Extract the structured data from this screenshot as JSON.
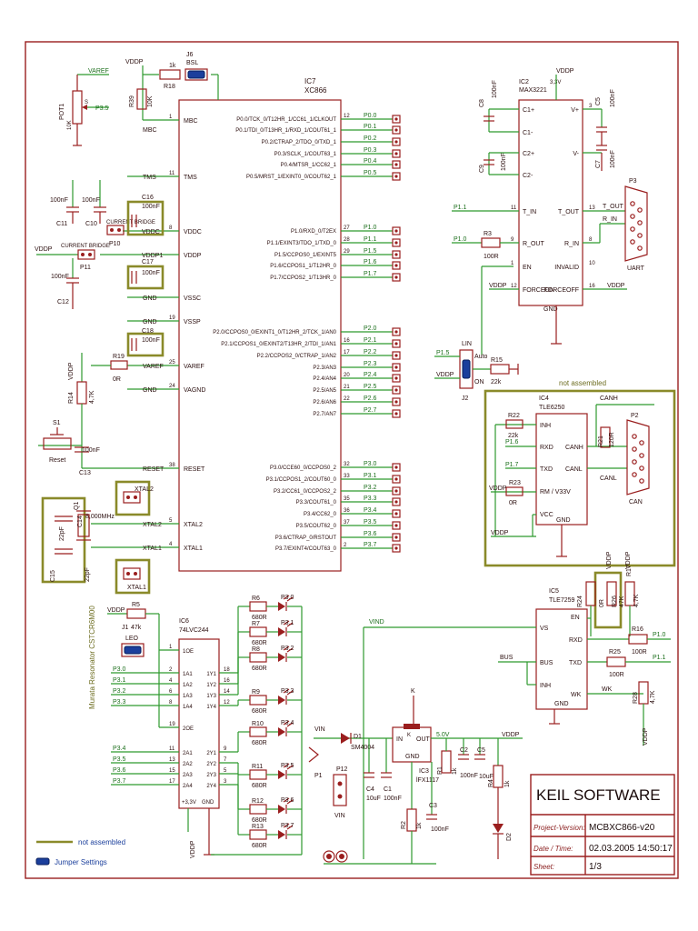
{
  "power": {
    "vddp": "VDDP",
    "varef": "VAREF",
    "v33": "3,3V",
    "v50": "5.0V",
    "vin": "VIN",
    "vind": "VIND",
    "gnd": "GND"
  },
  "ic7": {
    "ref": "IC7",
    "part": "XC866",
    "left_pins": [
      {
        "num": "1",
        "name": "MBC",
        "net": "MBC"
      },
      {
        "num": "11",
        "name": "TMS",
        "net": "TMS"
      },
      {
        "num": "8",
        "name": "VDDC",
        "net": "VDDC"
      },
      {
        "num": "",
        "name": "VDDP",
        "net": "VDDP1"
      },
      {
        "num": "",
        "name": "VSSC",
        "net": "GND"
      },
      {
        "num": "19",
        "name": "VSSP",
        "net": "GND"
      },
      {
        "num": "25",
        "name": "VAREF",
        "net": "VAREF"
      },
      {
        "num": "24",
        "name": "VAGND",
        "net": "GND"
      },
      {
        "num": "38",
        "name": "RESET",
        "net": "RESET"
      },
      {
        "num": "5",
        "name": "XTAL2",
        "net": "XTAL2"
      },
      {
        "num": "4",
        "name": "XTAL1",
        "net": "XTAL1"
      }
    ],
    "right_pins": [
      {
        "num": "12",
        "name": "P0.0/TCK_0/T12HR_1/CC61_1/CLKOUT",
        "net": "P0.0"
      },
      {
        "num": "",
        "name": "P0.1/TDI_0/T13HR_1/RXD_1/COUT61_1",
        "net": "P0.1"
      },
      {
        "num": "",
        "name": "P0.2/CTRAP_2/TDO_0/TXD_1",
        "net": "P0.2"
      },
      {
        "num": "",
        "name": "P0.3/SCLK_1/COUT63_1",
        "net": "P0.3"
      },
      {
        "num": "",
        "name": "P0.4/MTSR_1/CC62_1",
        "net": "P0.4"
      },
      {
        "num": "",
        "name": "P0.5/MRST_1/EXINT0_0/COUT62_1",
        "net": "P0.5"
      },
      {
        "num": "27",
        "name": "P1.0/RXD_0/T2EX",
        "net": "P1.0"
      },
      {
        "num": "28",
        "name": "P1.1/EXINT3/TDO_1/TXD_0",
        "net": "P1.1"
      },
      {
        "num": "29",
        "name": "P1.5/CCPOS0_1/EXINT5",
        "net": "P1.5"
      },
      {
        "num": "",
        "name": "P1.6/CCPOS1_1/T12HR_0",
        "net": "P1.6"
      },
      {
        "num": "",
        "name": "P1.7/CCPOS2_1/T13HR_0",
        "net": "P1.7"
      },
      {
        "num": "",
        "name": "P2.0/CCPOS0_0/EXINT1_0/T12HR_2/TCK_1/AN0",
        "net": "P2.0"
      },
      {
        "num": "16",
        "name": "P2.1/CCPOS1_0/EXINT2/T13HR_2/TDI_1/AN1",
        "net": "P2.1"
      },
      {
        "num": "17",
        "name": "P2.2/CCPOS2_0/CTRAP_1/AN2",
        "net": "P2.2"
      },
      {
        "num": "",
        "name": "P2.3/AN3",
        "net": "P2.3"
      },
      {
        "num": "20",
        "name": "P2.4/AN4",
        "net": "P2.4"
      },
      {
        "num": "21",
        "name": "P2.5/AN5",
        "net": "P2.5"
      },
      {
        "num": "22",
        "name": "P2.6/AN6",
        "net": "P2.6"
      },
      {
        "num": "",
        "name": "P2.7/AN7",
        "net": "P2.7"
      },
      {
        "num": "32",
        "name": "P3.0/CCE60_0/CCPOS0_2",
        "net": "P3.0"
      },
      {
        "num": "33",
        "name": "P3.1/CCPOS1_2/COUT60_0",
        "net": "P3.1"
      },
      {
        "num": "",
        "name": "P3.2/CC61_0/CCPOS2_2",
        "net": "P3.2"
      },
      {
        "num": "35",
        "name": "P3.3/COUT61_0",
        "net": "P3.3"
      },
      {
        "num": "36",
        "name": "P3.4/CC62_0",
        "net": "P3.4"
      },
      {
        "num": "37",
        "name": "P3.5/COUT62_0",
        "net": "P3.5"
      },
      {
        "num": "",
        "name": "P3.6/CTRAP_0/RSTOUT",
        "net": "P3.6"
      },
      {
        "num": "2",
        "name": "P3.7/EXINT4/COUT63_0",
        "net": "P3.7"
      }
    ]
  },
  "ic2": {
    "ref": "IC2",
    "part": "MAX3221",
    "supply": "3,3V",
    "pins_left": [
      {
        "num": "",
        "name": "C1+"
      },
      {
        "num": "",
        "name": "C1-"
      },
      {
        "num": "",
        "name": "C2+"
      },
      {
        "num": "",
        "name": "C2-"
      },
      {
        "num": "11",
        "name": "T_IN"
      },
      {
        "num": "9",
        "name": "R_OUT"
      },
      {
        "num": "1",
        "name": "EN"
      },
      {
        "num": "12",
        "name": "FORCEON"
      }
    ],
    "pins_right": [
      {
        "num": "3",
        "name": "V+"
      },
      {
        "num": "",
        "name": "V-"
      },
      {
        "num": "13",
        "name": "T_OUT"
      },
      {
        "num": "8",
        "name": "R_IN"
      },
      {
        "num": "10",
        "name": "INVALID"
      },
      {
        "num": "16",
        "name": "FORCEOFF"
      }
    ],
    "gnd": "GND"
  },
  "ic4": {
    "ref": "IC4",
    "part": "TLE6250",
    "pins": [
      "INH",
      "RXD",
      "TXD",
      "RM / V33V",
      "VCC",
      "GND",
      "CANH",
      "CANL"
    ]
  },
  "ic5": {
    "ref": "IC5",
    "part": "TLE7259",
    "pins": [
      "VS",
      "BUS",
      "INH",
      "EN",
      "RXD",
      "TXD",
      "WK",
      "GND"
    ]
  },
  "ic6": {
    "ref": "IC6",
    "part": "74LVC244",
    "pins": [
      "1OE",
      "1A1",
      "1A2",
      "1A3",
      "1A4",
      "2OE",
      "2A1",
      "2A2",
      "2A3",
      "2A4",
      "1Y1",
      "1Y2",
      "1Y3",
      "1Y4",
      "2Y1",
      "2Y2",
      "2Y3",
      "2Y4",
      "+3,3V",
      "GND"
    ],
    "inputs": [
      "P3.0",
      "P3.1",
      "P3.2",
      "P3.3",
      "P3.4",
      "P3.5",
      "P3.6",
      "P3.7"
    ],
    "pin_nums": [
      "2",
      "4",
      "6",
      "8",
      "11",
      "13",
      "15",
      "17",
      "18",
      "16",
      "14",
      "12",
      "9",
      "7",
      "5",
      "3",
      "1",
      "19"
    ]
  },
  "ic3": {
    "ref": "IC3",
    "part": "lFX1117",
    "pins": [
      "IN",
      "OUT",
      "K",
      "GND"
    ]
  },
  "leds": [
    {
      "ref": "P3.0",
      "res": "R6",
      "val": "680R"
    },
    {
      "ref": "P3.1",
      "res": "R7",
      "val": "680R"
    },
    {
      "ref": "P3.2",
      "res": "R8",
      "val": "680R"
    },
    {
      "ref": "P3.3",
      "res": "R9",
      "val": "680R"
    },
    {
      "ref": "P3.4",
      "res": "R10",
      "val": "680R"
    },
    {
      "ref": "P3.5",
      "res": "R11",
      "val": "680R"
    },
    {
      "ref": "P3.6",
      "res": "R12",
      "val": "680R"
    },
    {
      "ref": "P3.7",
      "res": "R13",
      "val": "680R"
    }
  ],
  "components": {
    "pot1": "POT1",
    "pot1_val": "10K",
    "pot1_a": "A",
    "pot1_s": "S",
    "pot1_e": "E",
    "r39": "R39",
    "r39_val": "10K",
    "r18": "R18",
    "r18_val": "1k",
    "j6": "J6",
    "j6_name": "BSL",
    "c8": "C8",
    "c8_val": "100nF",
    "c9": "C9",
    "c9_val": "100nF",
    "c5": "C5",
    "c5_val": "100nF",
    "c7": "C7",
    "c7_val": "100nF",
    "c11": "C11",
    "c11_val": "100nF",
    "c10": "C10",
    "c10_val": "100nF",
    "c12": "C12",
    "c12_val": "100nF",
    "c16": "C16",
    "c16_val": "100nF",
    "c17": "C17",
    "c17_val": "100nF",
    "c18": "C18",
    "c18_val": "100nF",
    "p10": "P10",
    "p11": "P11",
    "current_bridge": "CURRENT BRIDGE",
    "r19": "R19",
    "r19_val": "0R",
    "r14": "R14",
    "r14_val": "4,7K",
    "s1": "S1",
    "reset": "Reset",
    "c13": "C13",
    "c13_val": "100nF",
    "q1": "Q1",
    "q1_val": "8,000MHz",
    "c14": "C14",
    "c14_val": "22pF",
    "c15": "C15",
    "c15_val": "22pF",
    "xtal1": "XTAL1",
    "xtal2": "XTAL2",
    "resonator": "Murata Resonator CSTCR6M00",
    "r3": "R3",
    "r3_val": "100R",
    "p3": "P3",
    "uart": "UART",
    "j2": "J2",
    "lin": "LIN",
    "auto": "Auto",
    "on": "ON",
    "r15": "R15",
    "r15_val": "22k",
    "not_assembled": "not assembled",
    "r22": "R22",
    "r22_val": "22k",
    "r23": "R23",
    "r23_val": "0R",
    "r21": "R21",
    "r21_val": "120R",
    "p2": "P2",
    "can": "CAN",
    "canh": "CANH",
    "canl": "CANL",
    "r5": "R5",
    "j1": "J1",
    "j1_val": "47k",
    "leo": "LEO",
    "r24": "R24",
    "r24_val": "0R",
    "r26": "R26",
    "r26_val": "47K",
    "r17": "R17",
    "r17_val": "4,7K",
    "r16": "R16",
    "r16_val": "100R",
    "r25": "R25",
    "r25_val": "100R",
    "r28": "R28",
    "r28_val": "4,7K",
    "bus": "BUS",
    "wk": "WK",
    "d1": "D1",
    "d1_val": "SM4004",
    "p1": "P1",
    "p12": "P12",
    "c4": "C4",
    "c4_val": "10uF",
    "c1": "C1",
    "c1_val": "100nF",
    "c3": "C3",
    "c3_val": "100nF",
    "r1": "R1",
    "r1_val": "1k",
    "r2": "R2",
    "r2_val": "1k",
    "c2": "C2",
    "c2_val": "100nF",
    "c6": "C5",
    "c6_val": "10uF",
    "r4": "R4",
    "r4_val": "1k",
    "d2": "D2",
    "k": "K",
    "gnd_label": "GND",
    "vin_conn": "VIN"
  },
  "legend": {
    "not_assembled": "not assembled",
    "jumper": "Jumper Settings"
  },
  "title_block": {
    "company": "KEIL SOFTWARE",
    "project_label": "Project-Version:",
    "project": "MCBXC866-v20",
    "date_label": "Date / Time:",
    "date": "02.03.2005 14:50:17",
    "sheet_label": "Sheet:",
    "sheet": "1/3"
  },
  "colors": {
    "wire": "#2e9a2e",
    "component": "#9a1e1e",
    "not_assembled": "#8a8a2a",
    "jumper": "#1b3f9c",
    "text": "#2a0d0d"
  }
}
